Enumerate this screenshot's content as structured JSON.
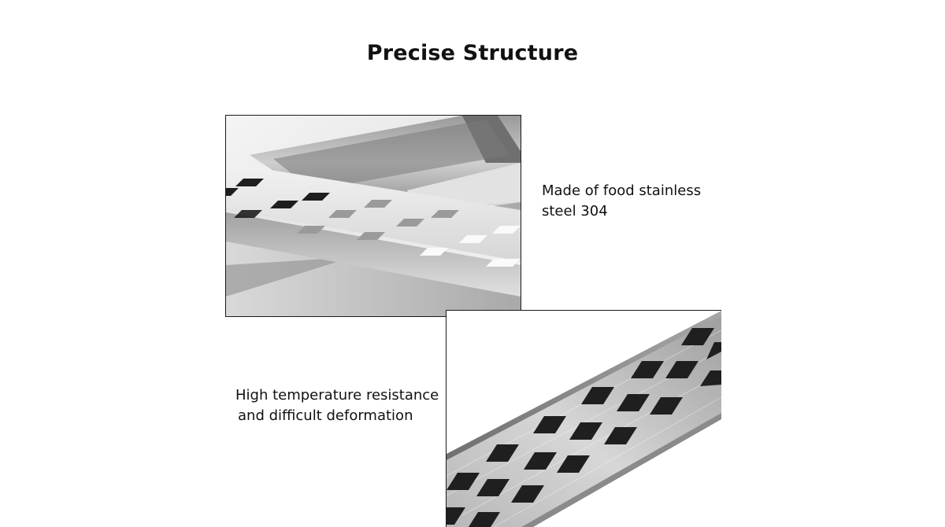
{
  "title": "Precise Structure",
  "features": [
    {
      "caption_lines": [
        "Made of food stainless",
        "steel 304"
      ],
      "image_label": "stainless steel tray with diamond-perforated lid"
    },
    {
      "caption_lines": [
        "High temperature resistance",
        "and difficult deformation"
      ],
      "image_label": "close-up of diamond-perforated steel strip"
    }
  ],
  "colors": {
    "text": "#111111",
    "border": "#1a1a1a",
    "steel_light": "#e6e6e6",
    "steel_mid": "#bdbdbd",
    "steel_dark": "#7c7c7c",
    "hole_dark": "#1e1e1e"
  }
}
